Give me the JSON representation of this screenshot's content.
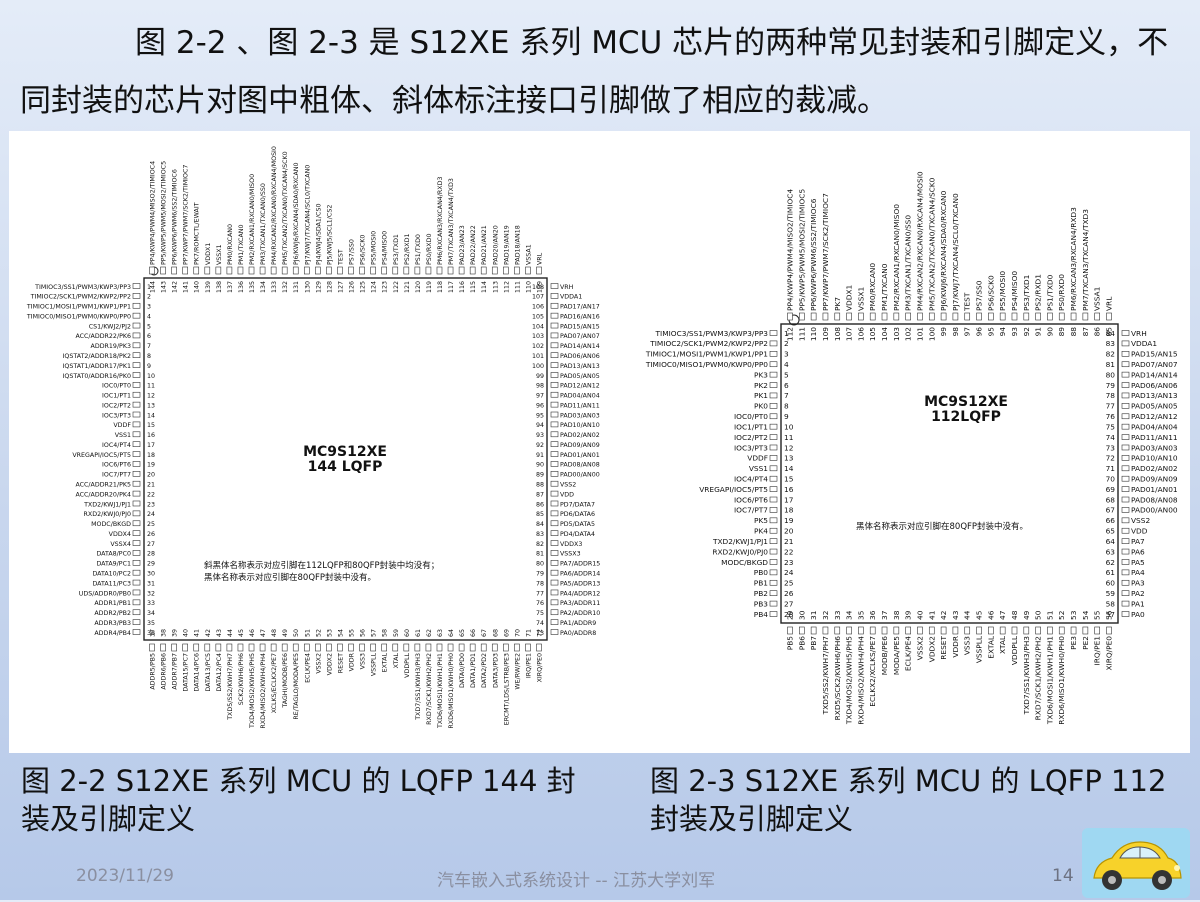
{
  "slide": {
    "intro_text": "图 2-2 、图 2-3 是 S12XE 系列 MCU 芯片的两种常见封装和引脚定义，不同封装的芯片对图中粗体、斜体标注接口引脚做了相应的裁减。",
    "caption1": "图 2-2 S12XE 系列 MCU 的 LQFP 144 封装及引脚定义",
    "caption2": "图 2-3 S12XE 系列 MCU 的 LQFP 112 封装及引脚定义",
    "date": "2023/11/29",
    "course": "汽车嵌入式系统设计 -- 江苏大学刘军",
    "page_number": "14",
    "corner_icon": "yellow-car-icon"
  },
  "chip144": {
    "part": "MC9S12XE",
    "package": "144 LQFP",
    "note_line1": "斜黑体名称表示对应引脚在112LQFP和80QFP封装中均没有；",
    "note_line2": "黑体名称表示对应引脚在80QFP封装中没有。",
    "left_pins": [
      "TIMIOC3/SS1/PWM3/KWP3/PP3",
      "TIMIOC2/SCK1/PWM2/KWP2/PP2",
      "TIMIOC1/MOSI1/PWM1/KWP1/PP1",
      "TIMIOC0/MISO1/PWM0/KWP0/PP0",
      "CS1/KWJ2/PJ2",
      "ACC/ADDR22/PK6",
      "ADDR19/PK3",
      "IQSTAT2/ADDR18/PK2",
      "IQSTAT1/ADDR17/PK1",
      "IQSTAT0/ADDR16/PK0",
      "IOC0/PT0",
      "IOC1/PT1",
      "IOC2/PT2",
      "IOC3/PT3",
      "VDDF",
      "VSS1",
      "IOC4/PT4",
      "VREGAPI/IOC5/PT5",
      "IOC6/PT6",
      "IOC7/PT7",
      "ACC/ADDR21/PK5",
      "ACC/ADDR20/PK4",
      "TXD2/KWJ1/PJ1",
      "RXD2/KWJ0/PJ0",
      "MODC/BKGD",
      "VDDX4",
      "VSSX4",
      "DATA8/PC0",
      "DATA9/PC1",
      "DATA10/PC2",
      "DATA11/PC3",
      "UDS/ADDR0/PB0",
      "ADDR1/PB1",
      "ADDR2/PB2",
      "ADDR3/PB3",
      "ADDR4/PB4"
    ],
    "right_pins": [
      "VRH",
      "VDDA1",
      "PAD17/AN17",
      "PAD16/AN16",
      "PAD15/AN15",
      "PAD07/AN07",
      "PAD14/AN14",
      "PAD06/AN06",
      "PAD13/AN13",
      "PAD05/AN05",
      "PAD12/AN12",
      "PAD04/AN04",
      "PAD11/AN11",
      "PAD03/AN03",
      "PAD10/AN10",
      "PAD02/AN02",
      "PAD09/AN09",
      "PAD01/AN01",
      "PAD08/AN08",
      "PAD00/AN00",
      "VSS2",
      "VDD",
      "PD7/DATA7",
      "PD6/DATA6",
      "PD5/DATA5",
      "PD4/DATA4",
      "VDDX3",
      "VSSX3",
      "PA7/ADDR15",
      "PA6/ADDR14",
      "PA5/ADDR13",
      "PA4/ADDR12",
      "PA3/ADDR11",
      "PA2/ADDR10",
      "PA1/ADDR9",
      "PA0/ADDR8"
    ],
    "top_pins": [
      "PP4/KWP4/PWM4/MISO2/TIMIOC4",
      "PP5/KWP5/PWM5/MOSI2/TIMIOC5",
      "PP6/KWP6/PWM6/SS2/TIMIOC6",
      "PP7/KWP7/PWM7/SCK2/TIMIOC7",
      "PK7/ROMCTL/EWAIT",
      "VDDX1",
      "VSSX1",
      "PM0/RXCAN0",
      "PM1/TXCAN0",
      "PM2/RXCAN1/RXCAN0/MISO0",
      "PM3/TXCAN1/TXCAN0/SS0",
      "PM4/RXCAN2/RXCAN0/RXCAN4/MOSI0",
      "PM5/TXCAN2/TXCAN0/TXCAN4/SCK0",
      "PJ6/KWJ6/RXCAN4/SDA0/RXCAN0",
      "PJ7/KWJ7/TXCAN4/SCL0/TXCAN0",
      "PJ4/KWJ4/SDA1/CS0",
      "PJ5/KWJ5/SCL1/CS2",
      "TEST",
      "PS7/SS0",
      "PS6/SCK0",
      "PS5/MOSI0",
      "PS4/MISO0",
      "PS3/TXD1",
      "PS2/RXD1",
      "PS1/TXD0",
      "PS0/RXD0",
      "PM6/RXCAN3/RXCAN4/RXD3",
      "PM7/TXCAN3/TXCAN4/TXD3",
      "PAD23/AN23",
      "PAD22/AN22",
      "PAD21/AN21",
      "PAD20/AN20",
      "PAD19/AN19",
      "PAD18/AN18",
      "VSSA1",
      "VRL"
    ],
    "bottom_pins": [
      "ADDR5/PB5",
      "ADDR6/PB6",
      "ADDR7/PB7",
      "DATA15/PC7",
      "DATA14/PC6",
      "DATA13/PC5",
      "DATA12/PC4",
      "TXD5/SS2/KWH7/PH7",
      "SCK2/KWH6/PH6",
      "TXD4/MOSI2/KWH5/PH5",
      "RXD4/MISO2/KWH4/PH4",
      "XCLKS/ECLKX2/PE7",
      "TAGHI/MODB/PE6",
      "RE/TAGLO/MODA/PE5",
      "ECLK/PE4",
      "VSSX2",
      "VDDX2",
      "RESET",
      "VDDR",
      "VSS3",
      "VSSPLL",
      "EXTAL",
      "XTAL",
      "VDDPLL",
      "TXD7/SS1/KWH3/PH3",
      "RXD7/SCK1/KWH2/PH2",
      "TXD6/MOSI1/KWH1/PH1",
      "RXD6/MISO1/KWH0/PH0",
      "DATA0/PD0",
      "DATA1/PD1",
      "DATA2/PD2",
      "DATA3/PD3",
      "ERCMT/LDS/LSTRB/PE3",
      "WE/RW/PE2",
      "IRQ/PE1",
      "XIRQ/PE0"
    ]
  },
  "chip112": {
    "part": "MC9S12XE",
    "package": "112LQFP",
    "note_line1": "黑体名称表示对应引脚在80QFP封装中没有。",
    "left_pins": [
      "TIMIOC3/SS1/PWM3/KWP3/PP3",
      "TIMIOC2/SCK1/PWM2/KWP2/PP2",
      "TIMIOC1/MOSI1/PWM1/KWP1/PP1",
      "TIMIOC0/MISO1/PWM0/KWP0/PP0",
      "PK3",
      "PK2",
      "PK1",
      "PK0",
      "IOC0/PT0",
      "IOC1/PT1",
      "IOC2/PT2",
      "IOC3/PT3",
      "VDDF",
      "VSS1",
      "IOC4/PT4",
      "VREGAPI/IOC5/PT5",
      "IOC6/PT6",
      "IOC7/PT7",
      "PK5",
      "PK4",
      "TXD2/KWJ1/PJ1",
      "RXD2/KWJ0/PJ0",
      "MODC/BKGD",
      "PB0",
      "PB1",
      "PB2",
      "PB3",
      "PB4"
    ],
    "right_pins": [
      "VRH",
      "VDDA1",
      "PAD15/AN15",
      "PAD07/AN07",
      "PAD14/AN14",
      "PAD06/AN06",
      "PAD13/AN13",
      "PAD05/AN05",
      "PAD12/AN12",
      "PAD04/AN04",
      "PAD11/AN11",
      "PAD03/AN03",
      "PAD10/AN10",
      "PAD02/AN02",
      "PAD09/AN09",
      "PAD01/AN01",
      "PAD08/AN08",
      "PAD00/AN00",
      "VSS2",
      "VDD",
      "PA7",
      "PA6",
      "PA5",
      "PA4",
      "PA3",
      "PA2",
      "PA1",
      "PA0"
    ],
    "top_pins": [
      "PP4/KWP4/PWM4/MISO2/TIMIOC4",
      "PP5/KWP5/PWM5/MOSI2/TIMIOC5",
      "PP6/KWP6/PWM6/SS2/TIMIOC6",
      "PP7/KWP7/PWM7/SCK2/TIMIOC7",
      "PK7",
      "VDDX1",
      "VSSX1",
      "PM0/RXCAN0",
      "PM1/TXCAN0",
      "PM2/RXCAN1/RXCAN0/MISO0",
      "PM3/TXCAN1/TXCAN0/SS0",
      "PM4/RXCAN2/RXCAN0/RXCAN4/MOSI0",
      "PM5/TXCAN2/TXCAN0/TXCAN4/SCK0",
      "PJ6/KWJ6/RXCAN4/SDA0/RXCAN0",
      "PJ7/KWJ7/TXCAN4/SCL0/TXCAN0",
      "TEST",
      "PS7/SS0",
      "PS6/SCK0",
      "PS5/MOSI0",
      "PS4/MISO0",
      "PS3/TXD1",
      "PS2/RXD1",
      "PS1/TXD0",
      "PS0/RXD0",
      "PM6/RXCAN3/RXCAN4/RXD3",
      "PM7/TXCAN3/TXCAN4/TXD3",
      "VSSA1",
      "VRL"
    ],
    "bottom_pins": [
      "PB5",
      "PB6",
      "PB7",
      "TXD5/SS2/KWH7/PH7",
      "RXD5/SCK2/KWH6/PH6",
      "TXD4/MOSI2/KWH5/PH5",
      "RXD4/MISO2/KWH4/PH4",
      "ECLKX2/XCLKS/PE7",
      "MODB/PE6",
      "MODA/PE5",
      "ECLK/PE4",
      "VSSX2",
      "VDDX2",
      "RESET",
      "VDDR",
      "VSS3",
      "VSSPLL",
      "EXTAL",
      "XTAL",
      "VDDPLL",
      "TXD7/SS1/KWH3/PH3",
      "RXD7/SCK1/KWH2/PH2",
      "TXD6/MOSI1/KWH1/PH1",
      "RXD6/MISO1/KWH0/PH0",
      "PE3",
      "PE2",
      "IRQ/PE1",
      "XIRQ/PE0"
    ]
  }
}
